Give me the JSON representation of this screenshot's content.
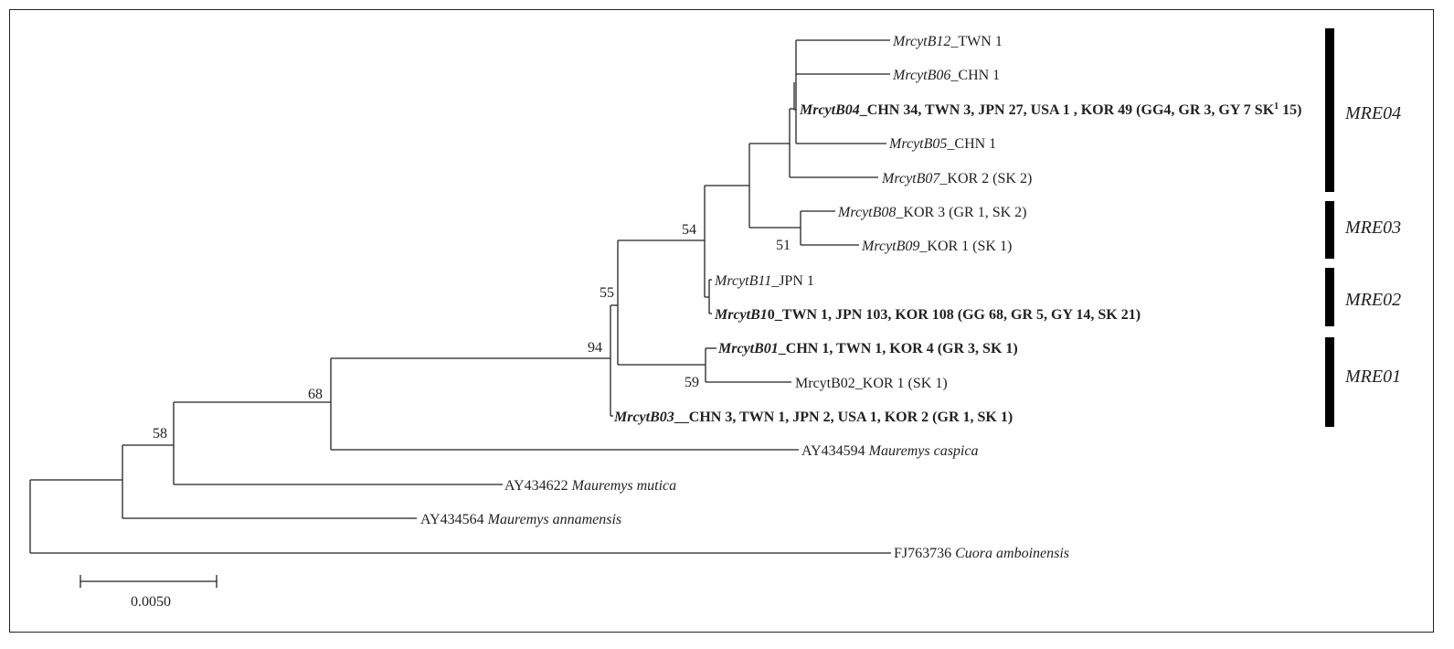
{
  "taxa": [
    {
      "id": "b12",
      "parts": [
        {
          "t": "MrcytB12",
          "i": true
        },
        {
          "t": "_TWN 1"
        }
      ]
    },
    {
      "id": "b06",
      "parts": [
        {
          "t": "MrcytB06",
          "i": true
        },
        {
          "t": "_CHN 1"
        }
      ]
    },
    {
      "id": "b04",
      "parts": [
        {
          "t": "MrcytB04",
          "i": true,
          "b": true
        },
        {
          "t": "_CHN 34, TWN 3, JPN 27, USA 1 , KOR 49 (GG4, GR 3, GY 7  SK",
          "b": true
        },
        {
          "t": "1",
          "b": true,
          "sup": true
        },
        {
          "t": " 15)",
          "b": true
        }
      ]
    },
    {
      "id": "b05",
      "parts": [
        {
          "t": "MrcytB05",
          "i": true
        },
        {
          "t": "_CHN 1"
        }
      ]
    },
    {
      "id": "b07",
      "parts": [
        {
          "t": "MrcytB07",
          "i": true
        },
        {
          "t": "_KOR 2 (SK 2)"
        }
      ]
    },
    {
      "id": "b08",
      "parts": [
        {
          "t": "MrcytB08",
          "i": true
        },
        {
          "t": "_KOR 3 (GR 1, SK 2)"
        }
      ]
    },
    {
      "id": "b09",
      "parts": [
        {
          "t": "MrcytB09",
          "i": true
        },
        {
          "t": "_KOR 1 (SK 1)"
        }
      ]
    },
    {
      "id": "b11",
      "parts": [
        {
          "t": "MrcytB11",
          "i": true
        },
        {
          "t": "_JPN 1"
        }
      ]
    },
    {
      "id": "b10",
      "parts": [
        {
          "t": "MrcytB1",
          "i": true,
          "b": true
        },
        {
          "t": "0_TWN 1, JPN 103, KOR 108 (GG 68, GR 5, GY 14, SK 21)",
          "b": true
        }
      ]
    },
    {
      "id": "b01",
      "parts": [
        {
          "t": "MrcytB01",
          "i": true,
          "b": true
        },
        {
          "t": "_CHN 1, TWN 1, KOR 4 (GR 3, SK 1)",
          "b": true
        }
      ]
    },
    {
      "id": "b02",
      "parts": [
        {
          "t": "MrcytB02_KOR 1 (SK 1)"
        }
      ]
    },
    {
      "id": "b03",
      "parts": [
        {
          "t": "MrcytB03",
          "i": true,
          "b": true
        },
        {
          "t": "__CHN 3, TWN 1, JPN 2, USA 1, KOR 2 (GR 1, SK 1)",
          "b": true
        }
      ]
    },
    {
      "id": "casp",
      "parts": [
        {
          "t": "AY434594 "
        },
        {
          "t": "Mauremys caspica",
          "i": true
        }
      ]
    },
    {
      "id": "mut",
      "parts": [
        {
          "t": "AY434622 "
        },
        {
          "t": "Mauremys mutica",
          "i": true
        }
      ]
    },
    {
      "id": "ann",
      "parts": [
        {
          "t": "AY434564 "
        },
        {
          "t": "Mauremys annamensis",
          "i": true
        }
      ]
    },
    {
      "id": "cuora",
      "parts": [
        {
          "t": "FJ763736 "
        },
        {
          "t": "Cuora amboinensis",
          "i": true
        }
      ]
    }
  ],
  "bootstrap": [
    "54",
    "51",
    "55",
    "94",
    "59",
    "68",
    "58"
  ],
  "clades": [
    "MRE04",
    "MRE03",
    "MRE02",
    "MRE01"
  ],
  "scale_label": "0.0050"
}
